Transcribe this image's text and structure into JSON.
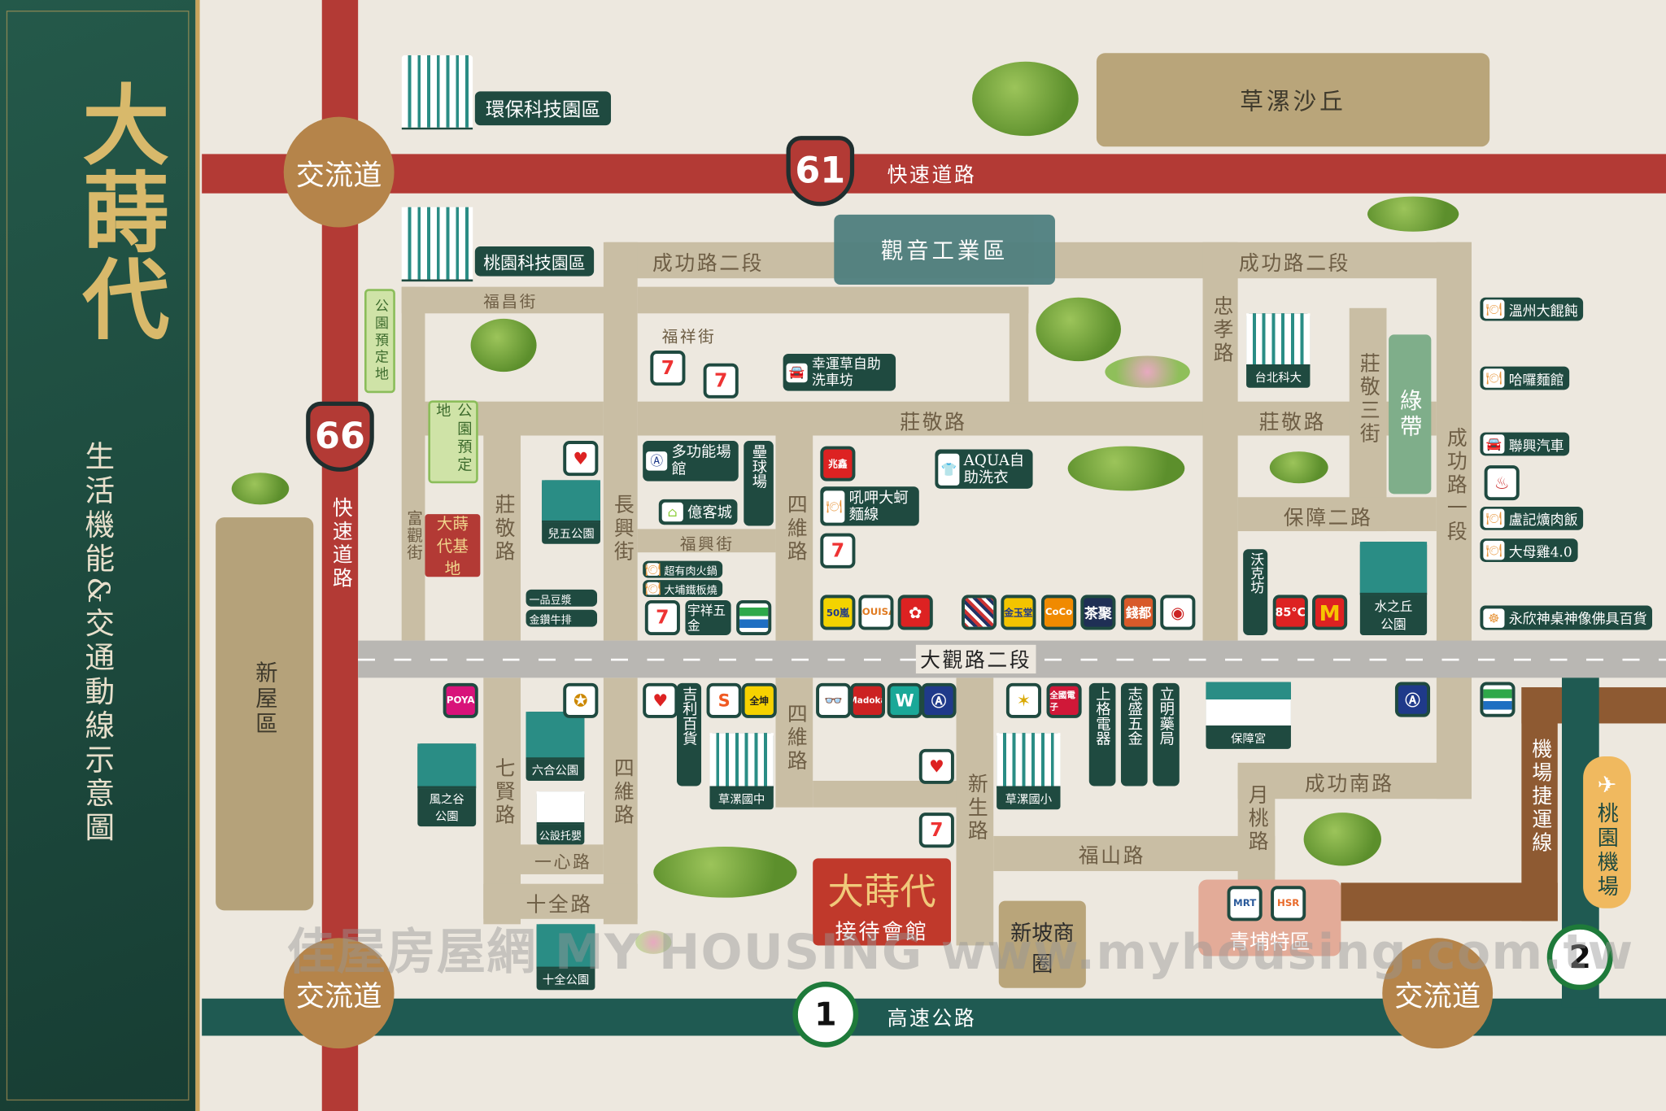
{
  "sidebar": {
    "title": "大蒔代",
    "subtitle": "生活機能&交通動線示意圖"
  },
  "districts": {
    "dunes": "草漯沙丘",
    "industrial": "觀音工業區",
    "xinwu": "新屋區",
    "greenbelt": "綠帶",
    "qingpu": "青埔特區",
    "xinpo": "新坡商圈"
  },
  "parks_reserved": {
    "a": "公園預定地",
    "b": "公園預定地"
  },
  "site": {
    "base": "大蒔代基地",
    "reception": "大蒔代",
    "reception_sub": "接待會館"
  },
  "interchanges": [
    "交流道",
    "交流道",
    "交流道"
  ],
  "highways": {
    "r61": "61",
    "r66": "66",
    "n1": "1",
    "n2": "2",
    "expressway_h": "快速道路",
    "expressway_v": "快速道路",
    "freeway": "高速公路",
    "main": "大觀路二段",
    "mrt": "機場捷運線",
    "airport": "桃園機場"
  },
  "roads": {
    "chenggong2_l": "成功路二段",
    "chenggong2_r": "成功路二段",
    "fuchang": "福昌街",
    "fuxiang": "福祥街",
    "zhuangjing_h": "莊敬路",
    "zhuangjing_h2": "莊敬路",
    "zhongxiao": "忠孝路",
    "zhuangjing3": "莊敬三街",
    "chenggong1": "成功路一段",
    "baozhang2": "保障二路",
    "zhuangjing_v": "莊敬路",
    "fuguan": "富觀街",
    "changxing": "長興街",
    "siwei1": "四維路",
    "fuxing": "福興街",
    "qixian": "七賢路",
    "siwei2": "四維路",
    "siwei3": "四維路",
    "yixin": "一心路",
    "shiquan": "十全路",
    "xinsheng": "新生路",
    "fushan": "福山路",
    "yuetao": "月桃路",
    "chenggong_s": "成功南路"
  },
  "landmarks": {
    "eco_park": "環保科技園區",
    "tech_park": "桃園科技園區",
    "ntut": "台北科大",
    "park5": "兒五公園",
    "water_park": "水之丘公園",
    "wind_park": "風之谷公園",
    "liuhe_park": "六合公園",
    "daycare": "公設托嬰",
    "junior_high": "草漯國中",
    "elementary": "草漯國小",
    "temple": "保障宮",
    "shiquan_park": "十全公園"
  },
  "pois": {
    "carwash": "幸運草自助洗車坊",
    "multi": "多功能場館",
    "softball": "壘球場",
    "yike": "億客城",
    "hotpot": "超有肉火鍋",
    "teppan": "大埔鐵板燒",
    "yuxiang": "宇祥五金",
    "soymilk": "一品豆漿",
    "steak": "金鑽牛排",
    "oyster": "吼呷大蚵麵線",
    "aqua": "AQUA自助洗衣",
    "woke": "沃克坊",
    "jili": "吉利百貨",
    "shangge": "上格電器",
    "zhisheng": "志盛五金",
    "liming": "立明藥局"
  },
  "right_pois": [
    "溫州大餛飩",
    "哈囉麵館",
    "聯興汽車",
    "盧記爌肉飯",
    "大母雞4.0",
    "永欣神桌神像佛具百貨"
  ],
  "logos": [
    "7-ELEVEN",
    "Hi-Life",
    "全聯",
    "FamilyMart",
    "兆鑫",
    "50嵐",
    "LOUISA",
    "十分有感",
    "金玉堂",
    "CoCo",
    "茶聚",
    "錢都",
    "85°C",
    "McDonald's",
    "POYA",
    "Shopee",
    "全坤",
    "Watsons",
    "Madoka",
    "全國電子",
    "警察局"
  ],
  "watermark": "佳屋房屋網 MY HOUSING www.myhousing.com.tw",
  "colors": {
    "panel": "#1f4a3e",
    "gold": "#c9a45c",
    "road": "#c9bea4",
    "red": "#b33a35",
    "green": "#1f5a52"
  }
}
